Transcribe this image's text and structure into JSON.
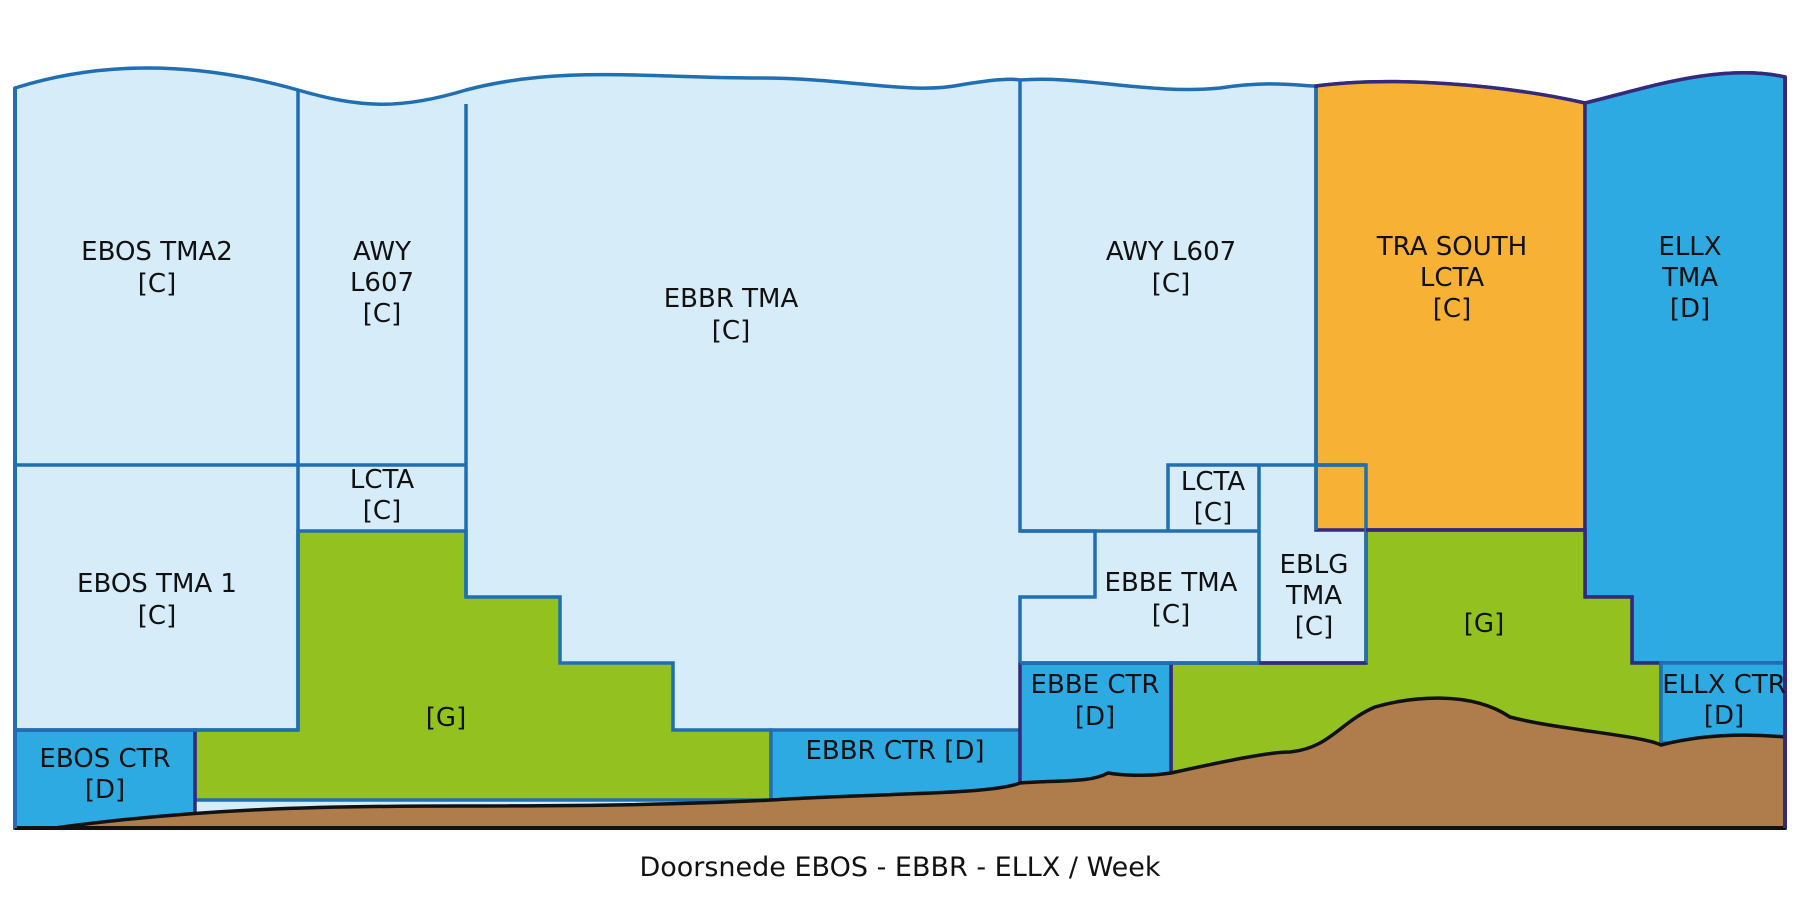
{
  "colors": {
    "class_c": "#d6ecf8",
    "class_d": "#2eaae2",
    "class_g": "#93c11f",
    "tra": "#f7b135",
    "terrain": "#ae7d4b",
    "border_c": "#1f6fb2",
    "border_d": "#34297a",
    "terrain_outline": "#111111"
  },
  "caption": "Doorsnede EBOS - EBBR - ELLX / Week",
  "zones": {
    "ebos_tma2": {
      "name": "EBOS TMA2",
      "cls": "[C]"
    },
    "awy_l607_west": {
      "name1": "AWY",
      "name2": "L607",
      "cls": "[C]"
    },
    "ebbr_tma": {
      "name": "EBBR TMA",
      "cls": "[C]"
    },
    "awy_l607_east": {
      "name": "AWY L607",
      "cls": "[C]"
    },
    "tra_south": {
      "name1": "TRA SOUTH",
      "name2": "LCTA",
      "cls": "[C]"
    },
    "ellx_tma": {
      "name1": "ELLX",
      "name2": "TMA",
      "cls": "[D]"
    },
    "lcta_west": {
      "name": "LCTA",
      "cls": "[C]"
    },
    "lcta_east": {
      "name": "LCTA",
      "cls": "[C]"
    },
    "ebos_tma1": {
      "name": "EBOS TMA 1",
      "cls": "[C]"
    },
    "ebbe_tma": {
      "name": "EBBE TMA",
      "cls": "[C]"
    },
    "eblg_tma": {
      "name1": "EBLG",
      "name2": "TMA",
      "cls": "[C]"
    },
    "g_west": {
      "cls": "[G]"
    },
    "g_east": {
      "cls": "[G]"
    },
    "ebos_ctr": {
      "name": "EBOS CTR",
      "cls": "[D]"
    },
    "ebbr_ctr": {
      "label": "EBBR CTR [D]"
    },
    "ebbe_ctr": {
      "name": "EBBE CTR",
      "cls": "[D]"
    },
    "ellx_ctr": {
      "name": "ELLX CTR",
      "cls": "[D]"
    }
  }
}
